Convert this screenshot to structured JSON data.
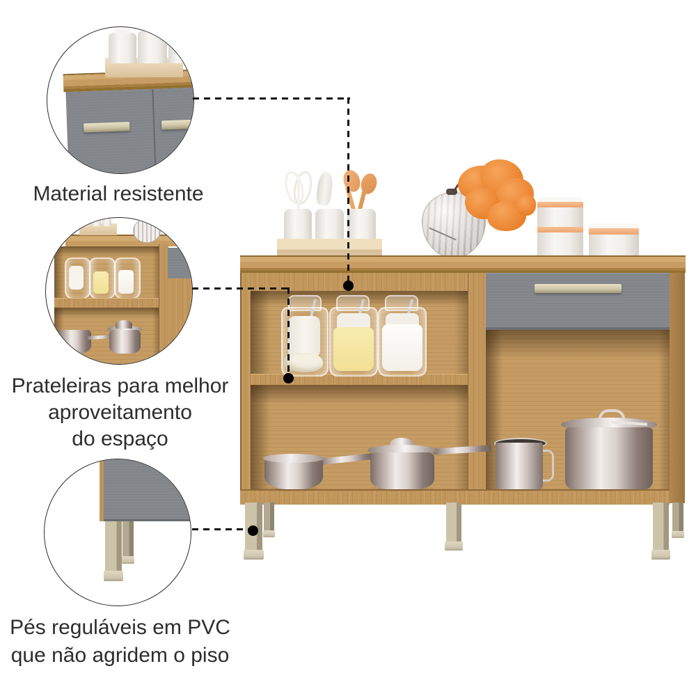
{
  "page": {
    "background": "#ffffff"
  },
  "callouts": [
    {
      "id": "material",
      "label": "Material resistente"
    },
    {
      "id": "prateleiras",
      "lines": [
        "Prateleiras para melhor",
        "aproveitamento",
        "do espaço"
      ]
    },
    {
      "id": "pes",
      "lines": [
        "Pés reguláveis em PVC",
        "que não agridem o piso"
      ]
    }
  ],
  "colors": {
    "wood": "#c2975c",
    "wood_top": "#c79d63",
    "wood_interior": "#c59c63",
    "gray_front": "#82868b",
    "handle_champagne": "#cfc6a8",
    "leg_pvc": "#cdc3a9",
    "foliage_orange": "#e87e27",
    "lid_peach": "#f2b183",
    "text": "#2d2d2d",
    "leader_line": "#141414"
  }
}
